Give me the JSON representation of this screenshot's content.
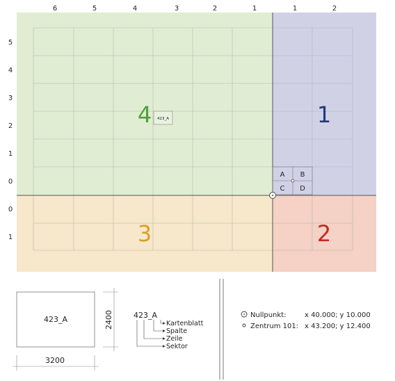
{
  "grid": {
    "top_labels": [
      "6",
      "5",
      "4",
      "3",
      "2",
      "1",
      "1",
      "2"
    ],
    "left_labels": [
      "5",
      "4",
      "3",
      "2",
      "1",
      "0",
      "0",
      "1"
    ]
  },
  "sectors": [
    {
      "number": "1",
      "color": "#1f3c7a",
      "fill": "#d1d1e6"
    },
    {
      "number": "2",
      "color": "#c42a22",
      "fill": "#f5d1c6"
    },
    {
      "number": "3",
      "color": "#d8a028",
      "fill": "#f7e7cb"
    },
    {
      "number": "4",
      "color": "#4ea03c",
      "fill": "#e1edd3"
    }
  ],
  "sheet_label": "423_A",
  "subcells": [
    "A",
    "B",
    "C",
    "D"
  ],
  "sheet_box": {
    "label": "423_A",
    "width": "3200",
    "height": "2400"
  },
  "code": {
    "text": "423_A",
    "parts": [
      "Kartenblatt",
      "Spalte",
      "Zeile",
      "Sektor"
    ]
  },
  "legend": {
    "nullpunkt_label": "Nullpunkt:",
    "nullpunkt_value": "x 40.000; y 10.000",
    "zentrum_label": "Zentrum 101:",
    "zentrum_value": "x 43.200; y 12.400"
  }
}
